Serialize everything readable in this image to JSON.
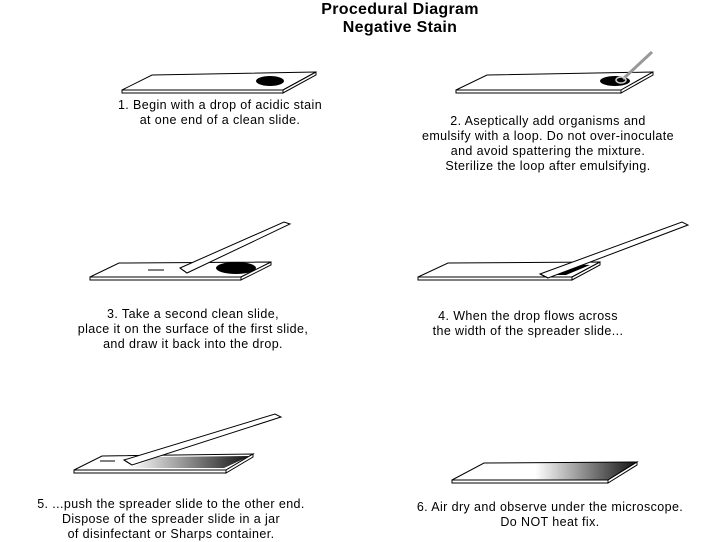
{
  "title": {
    "line1": "Procedural Diagram",
    "line2": "Negative Stain"
  },
  "steps": [
    {
      "lines": [
        "1.  Begin with a drop of acidic stain",
        "at one end of a clean slide."
      ]
    },
    {
      "lines": [
        "2. Aseptically add organisms and",
        "emulsify with a loop. Do not over-inoculate",
        "and avoid spattering the mixture.",
        "Sterilize the loop after emulsifying."
      ]
    },
    {
      "lines": [
        "3. Take a second clean slide,",
        "place it on the surface of the first slide,",
        "and draw it back into the drop."
      ]
    },
    {
      "lines": [
        "4. When the drop flows across",
        "the width of the spreader slide..."
      ]
    },
    {
      "lines": [
        "5. ...push the spreader slide to the other end.",
        "Dispose of the spreader slide in a jar",
        "of disinfectant or Sharps container."
      ]
    },
    {
      "lines": [
        "6. Air dry and observe under the microscope.",
        "Do NOT heat fix."
      ]
    }
  ]
}
